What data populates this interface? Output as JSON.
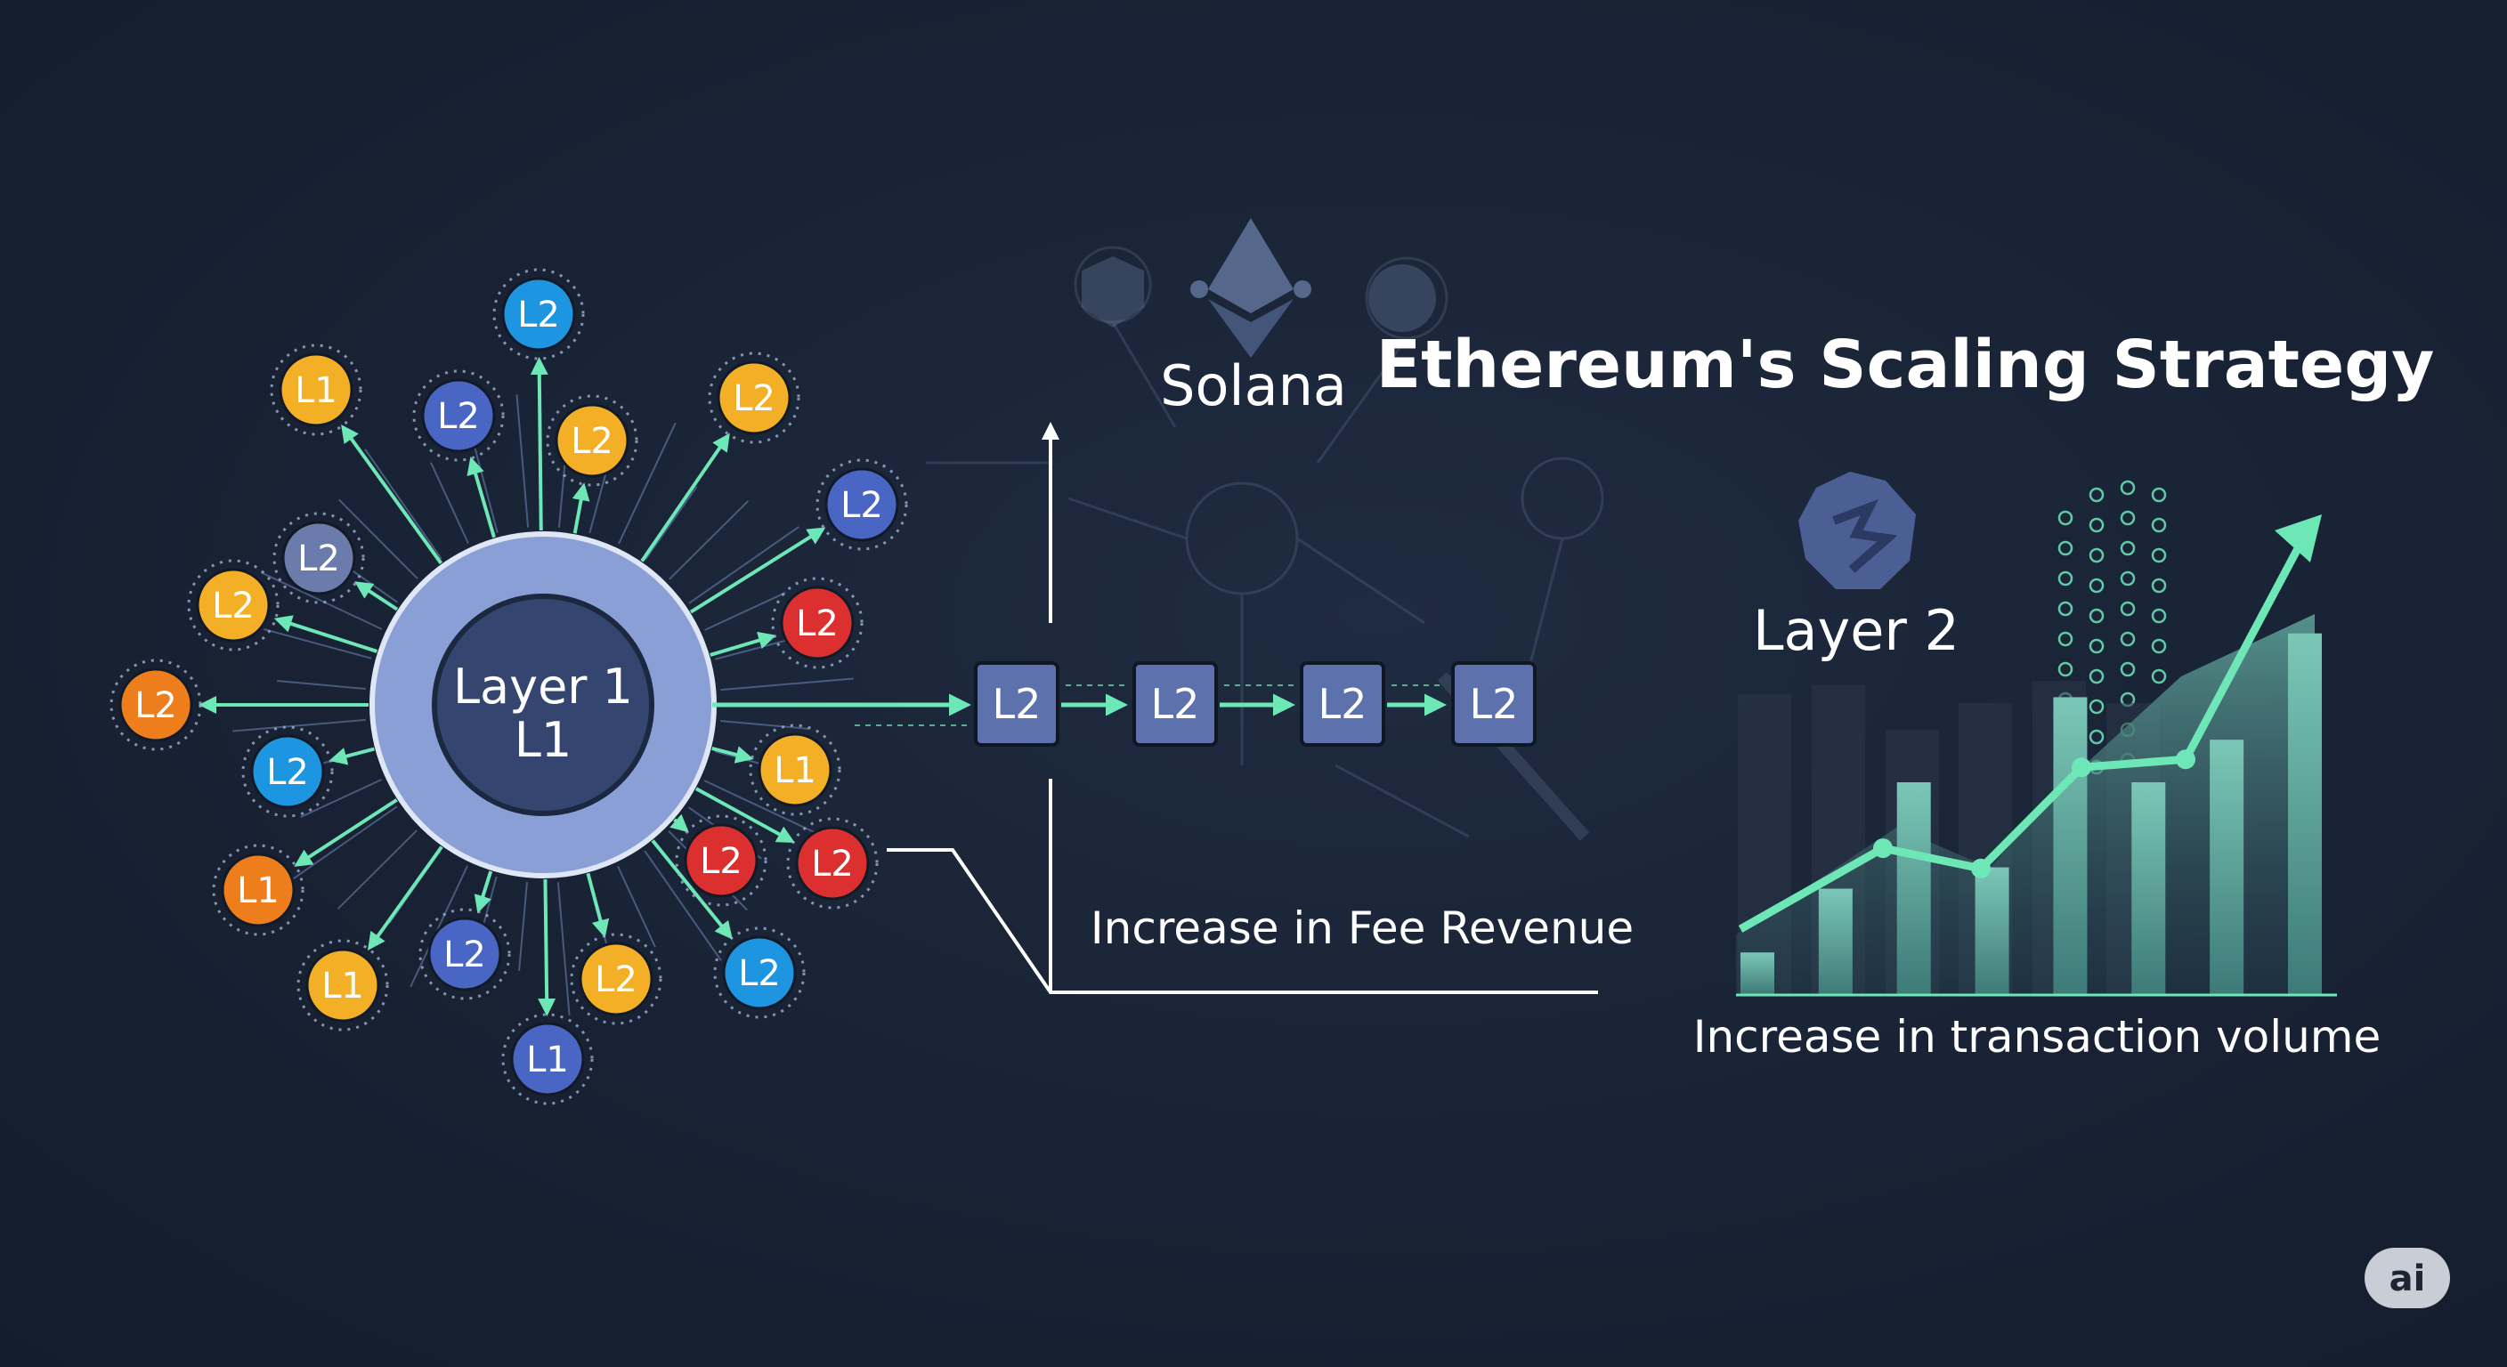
{
  "title": "Ethereum's Scaling Strategy",
  "hub": {
    "line1": "Layer 1",
    "line2": "L1"
  },
  "nodes": [
    "L2",
    "L1",
    "L2",
    "L2",
    "L2",
    "L2",
    "L2",
    "L2",
    "L2",
    "L2",
    "L2",
    "L1",
    "L1",
    "L1",
    "L2",
    "L1",
    "L2",
    "L2",
    "L2",
    "L2",
    "L2",
    "L2"
  ],
  "chain": [
    "L2",
    "L2",
    "L2",
    "L2"
  ],
  "labels": {
    "solana": "Solana",
    "layer2": "Layer 2",
    "fee_revenue": "Increase in Fee Revenue",
    "tx_volume": "Increase in transaction volume",
    "badge": "ai"
  },
  "colors": {
    "background": "#182234",
    "accent_green": "#6ee7b7",
    "hub_ring": "#8a9fd6",
    "hub_core": "#34466f",
    "chain_box": "#5d72ad",
    "yellow": "#f3b027",
    "orange": "#ee7d1c",
    "blue": "#1e95e0",
    "indigo": "#4a66c4",
    "slate": "#6b7bab",
    "red": "#dc2f2f"
  },
  "chart_data": {
    "type": "line",
    "series": [
      {
        "values": [
          1,
          3,
          2.5,
          5,
          5.2,
          9
        ]
      }
    ],
    "bars": [
      1,
      2.5,
      5,
      3,
      7,
      5,
      6,
      8.5
    ]
  }
}
